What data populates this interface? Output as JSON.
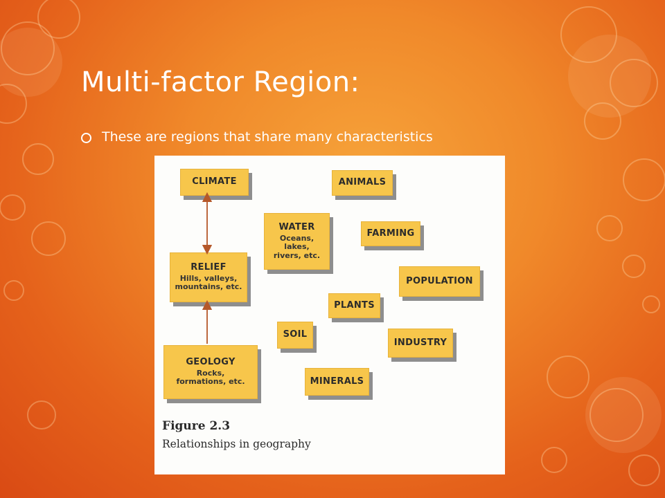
{
  "slide": {
    "title": "Multi-factor Region:",
    "bullets": [
      {
        "text": "These are regions that share many characteristics"
      }
    ]
  },
  "figure": {
    "caption_label": "Figure 2.3",
    "caption_text": "Relationships in geography",
    "nodes": [
      {
        "id": "climate",
        "title": "CLIMATE",
        "desc": ""
      },
      {
        "id": "animals",
        "title": "ANIMALS",
        "desc": ""
      },
      {
        "id": "water",
        "title": "WATER",
        "desc": "Oceans, lakes, rivers, etc."
      },
      {
        "id": "farming",
        "title": "FARMING",
        "desc": ""
      },
      {
        "id": "relief",
        "title": "RELIEF",
        "desc": "Hills, valleys, mountains, etc."
      },
      {
        "id": "population",
        "title": "POPULATION",
        "desc": ""
      },
      {
        "id": "plants",
        "title": "PLANTS",
        "desc": ""
      },
      {
        "id": "soil",
        "title": "SOIL",
        "desc": ""
      },
      {
        "id": "industry",
        "title": "INDUSTRY",
        "desc": ""
      },
      {
        "id": "geology",
        "title": "GEOLOGY",
        "desc": "Rocks, formations, etc."
      },
      {
        "id": "minerals",
        "title": "MINERALS",
        "desc": ""
      }
    ],
    "edges": [
      {
        "from": "climate",
        "to": "relief",
        "style": "double-headed"
      },
      {
        "from": "geology",
        "to": "relief",
        "style": "single-headed"
      }
    ]
  },
  "colors": {
    "background": "#ef7f27",
    "box_fill": "#f7c64b",
    "box_shadow": "#8e8e8e",
    "arrow": "#b5582a",
    "text_light": "#ffffff"
  }
}
